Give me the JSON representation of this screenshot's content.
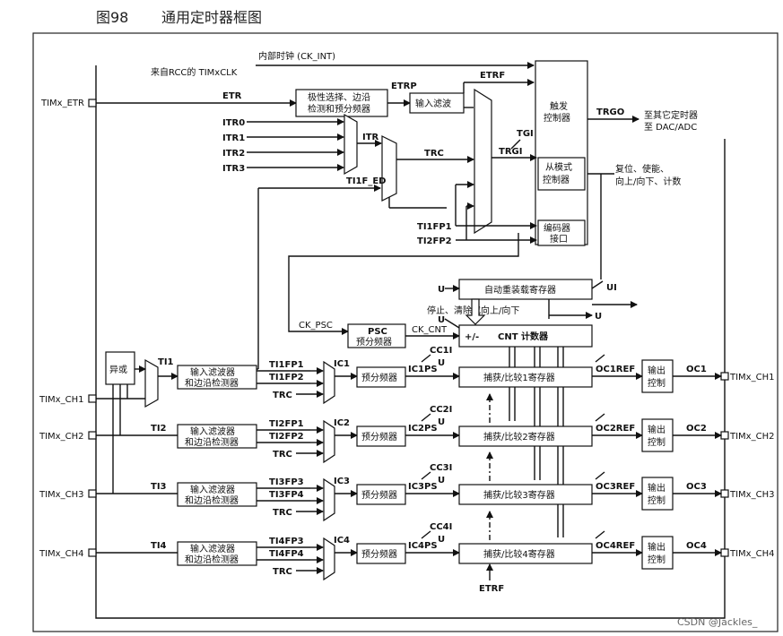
{
  "figure": {
    "number": "图98",
    "title": "通用定时器框图"
  },
  "watermark": "CSDN @Jackles_",
  "pins": {
    "etr": "TIMx_ETR",
    "in": [
      "TIMx_CH1",
      "TIMx_CH2",
      "TIMx_CH3",
      "TIMx_CH4"
    ],
    "out": [
      "TIMx_CH1",
      "TIMx_CH2",
      "TIMx_CH3",
      "TIMx_CH4"
    ]
  },
  "clock": {
    "internal": "内部时钟 (CK_INT)",
    "from_rcc": "来自RCC的 TIMxCLK"
  },
  "signals": {
    "etr": "ETR",
    "etrp": "ETRP",
    "etrf": "ETRF",
    "etrf_bottom": "ETRF",
    "itr": [
      "ITR0",
      "ITR1",
      "ITR2",
      "ITR3"
    ],
    "itr_out": "ITR",
    "trc": "TRC",
    "ti1f_ed": "TI1F_ED",
    "tgi": "TGI",
    "trgi": "TRGI",
    "trgo": "TRGO",
    "ti1fp1": "TI1FP1",
    "ti2fp2": "TI2FP2",
    "ck_psc": "CK_PSC",
    "ck_cnt": "CK_CNT",
    "u": "U",
    "ui": "UI",
    "plusminus": "+/-"
  },
  "blocks": {
    "polarity": [
      "极性选择、边沿",
      "检测和预分频器"
    ],
    "input_filter": "输入滤波",
    "trigger_ctrl": [
      "触发",
      "控制器"
    ],
    "slave_ctrl": [
      "从模式",
      "控制器"
    ],
    "encoder": [
      "编码器",
      "接口"
    ],
    "autoreload": "自动重装载寄存器",
    "psc": {
      "name": "PSC",
      "desc": "预分频器"
    },
    "cnt": "CNT 计数器",
    "xor": "异或",
    "filter_edge": [
      "输入滤波器",
      "和边沿检测器"
    ],
    "prescaler": "预分频器",
    "output_ctrl": [
      "输出",
      "控制"
    ]
  },
  "notes": {
    "to_other": [
      "至其它定时器",
      "至 DAC/ADC"
    ],
    "reset": [
      "复位、使能、",
      "向上/向下、计数"
    ],
    "stop": "停止、清除或向上/向下"
  },
  "channels": [
    {
      "ti": "TI1",
      "fpa": "TI1FP1",
      "fpb": "TI1FP2",
      "trc": "TRC",
      "ic": "IC1",
      "icps": "IC1PS",
      "cci": "CC1I",
      "ccr": "捕获/比较1寄存器",
      "ref": "OC1REF",
      "oc": "OC1"
    },
    {
      "ti": "TI2",
      "fpa": "TI2FP1",
      "fpb": "TI2FP2",
      "trc": "TRC",
      "ic": "IC2",
      "icps": "IC2PS",
      "cci": "CC2I",
      "ccr": "捕获/比较2寄存器",
      "ref": "OC2REF",
      "oc": "OC2"
    },
    {
      "ti": "TI3",
      "fpa": "TI3FP3",
      "fpb": "TI3FP4",
      "trc": "TRC",
      "ic": "IC3",
      "icps": "IC3PS",
      "cci": "CC3I",
      "ccr": "捕获/比较3寄存器",
      "ref": "OC3REF",
      "oc": "OC3"
    },
    {
      "ti": "TI4",
      "fpa": "TI4FP3",
      "fpb": "TI4FP4",
      "trc": "TRC",
      "ic": "IC4",
      "icps": "IC4PS",
      "cci": "CC4I",
      "ccr": "捕获/比较4寄存器",
      "ref": "OC4REF",
      "oc": "OC4"
    }
  ]
}
